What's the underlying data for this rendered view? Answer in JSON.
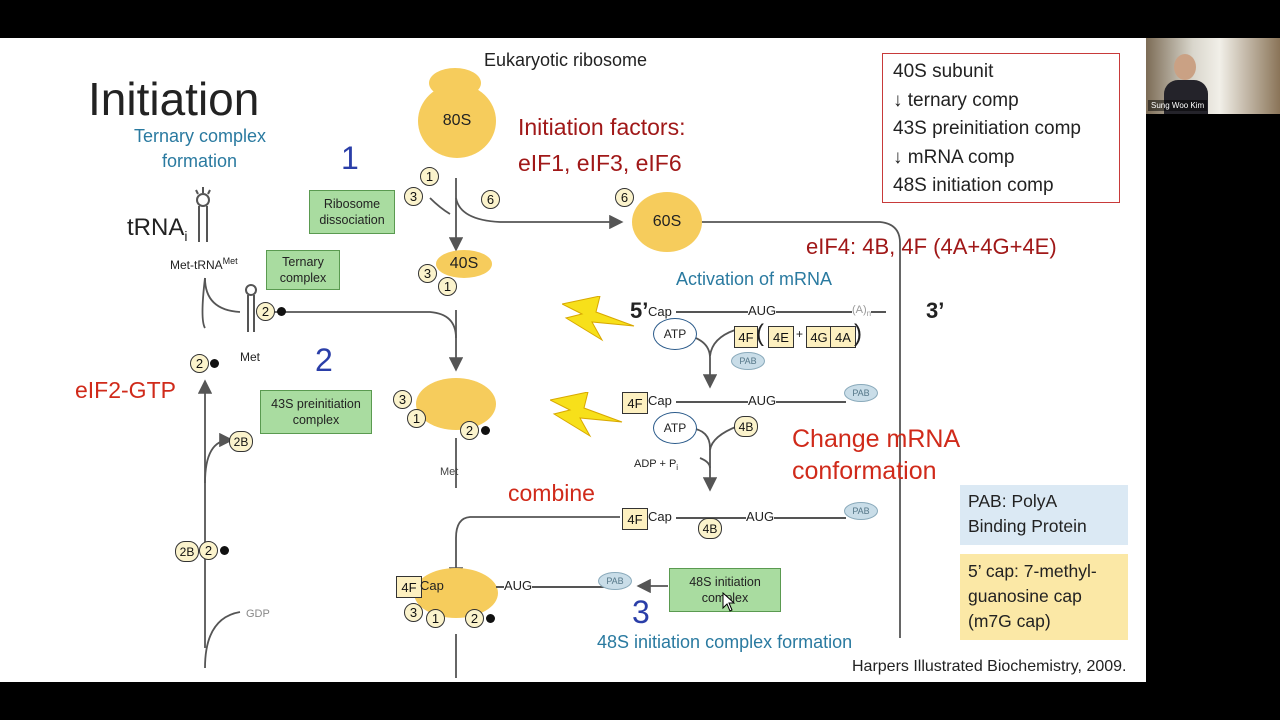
{
  "slide": {
    "title": "Initiation",
    "subtitle_ribosome": "Eukaryotic ribosome",
    "ternary_heading_1": "Ternary complex",
    "ternary_heading_2": "formation",
    "step_numbers": [
      "1",
      "2",
      "3"
    ],
    "init_factors_1": "Initiation factors:",
    "init_factors_2": "eIF1, eIF3, eIF6",
    "eif4": "eIF4:  4B, 4F (4A+4G+4E)",
    "activation": "Activation of mRNA",
    "change_1": "Change mRNA",
    "change_2": "conformation",
    "combine": "combine",
    "formation_48s": "48S initiation complex formation",
    "eif2_gtp": "eIF2-GTP",
    "trna": "tRNA",
    "trna_sub": "i",
    "met_trna": "Met-tRNA",
    "met_sup": "Met",
    "met": "Met",
    "met_i": "Met",
    "gdp": "GDP",
    "five_prime": "5’",
    "three_prime": "3’",
    "cap": "Cap",
    "aug": "AUG",
    "atp": "ATP",
    "adp": "ADP + P",
    "adp_sub": "i",
    "pab": "PAB",
    "polyA": "(A)",
    "polyA_sub": "n",
    "f4": "4F",
    "f4e": "4E",
    "f4g": "4G",
    "f4a": "4A",
    "f4b": "4B",
    "f2b": "2B",
    "ribosome_80s": "80S",
    "ribosome_60s": "60S",
    "ribosome_40s": "40S",
    "citation": "Harpers Illustrated Biochemistry, 2009."
  },
  "green_boxes": {
    "ribosome_dissociation": "Ribosome dissociation",
    "ternary_complex": "Ternary complex",
    "preinitiation_43s": "43S preinitiation complex",
    "initiation_48s": "48S initiation complex"
  },
  "legend": {
    "line1": "40S subunit",
    "line2": "↓  ternary comp",
    "line3": "43S preinitiation comp",
    "line4": "↓  mRNA comp",
    "line5": "48S initiation comp"
  },
  "info": {
    "pab_1": "PAB: PolyA",
    "pab_2": "Binding Protein",
    "cap_1": "5’ cap: 7-methyl-",
    "cap_2": "guanosine cap",
    "cap_3": "(m7G cap)"
  },
  "factor_labels": {
    "one": "1",
    "two": "2",
    "three": "3",
    "six": "6"
  },
  "webcam": {
    "name": "Sung Woo Kim"
  },
  "colors": {
    "title_red": "#a01818",
    "bright_red": "#d02a1a",
    "teal": "#2a7aa0",
    "step_blue": "#2a3ea8",
    "green_box": "#a9dca0",
    "ribosome_yellow": "#f6cc5c"
  }
}
